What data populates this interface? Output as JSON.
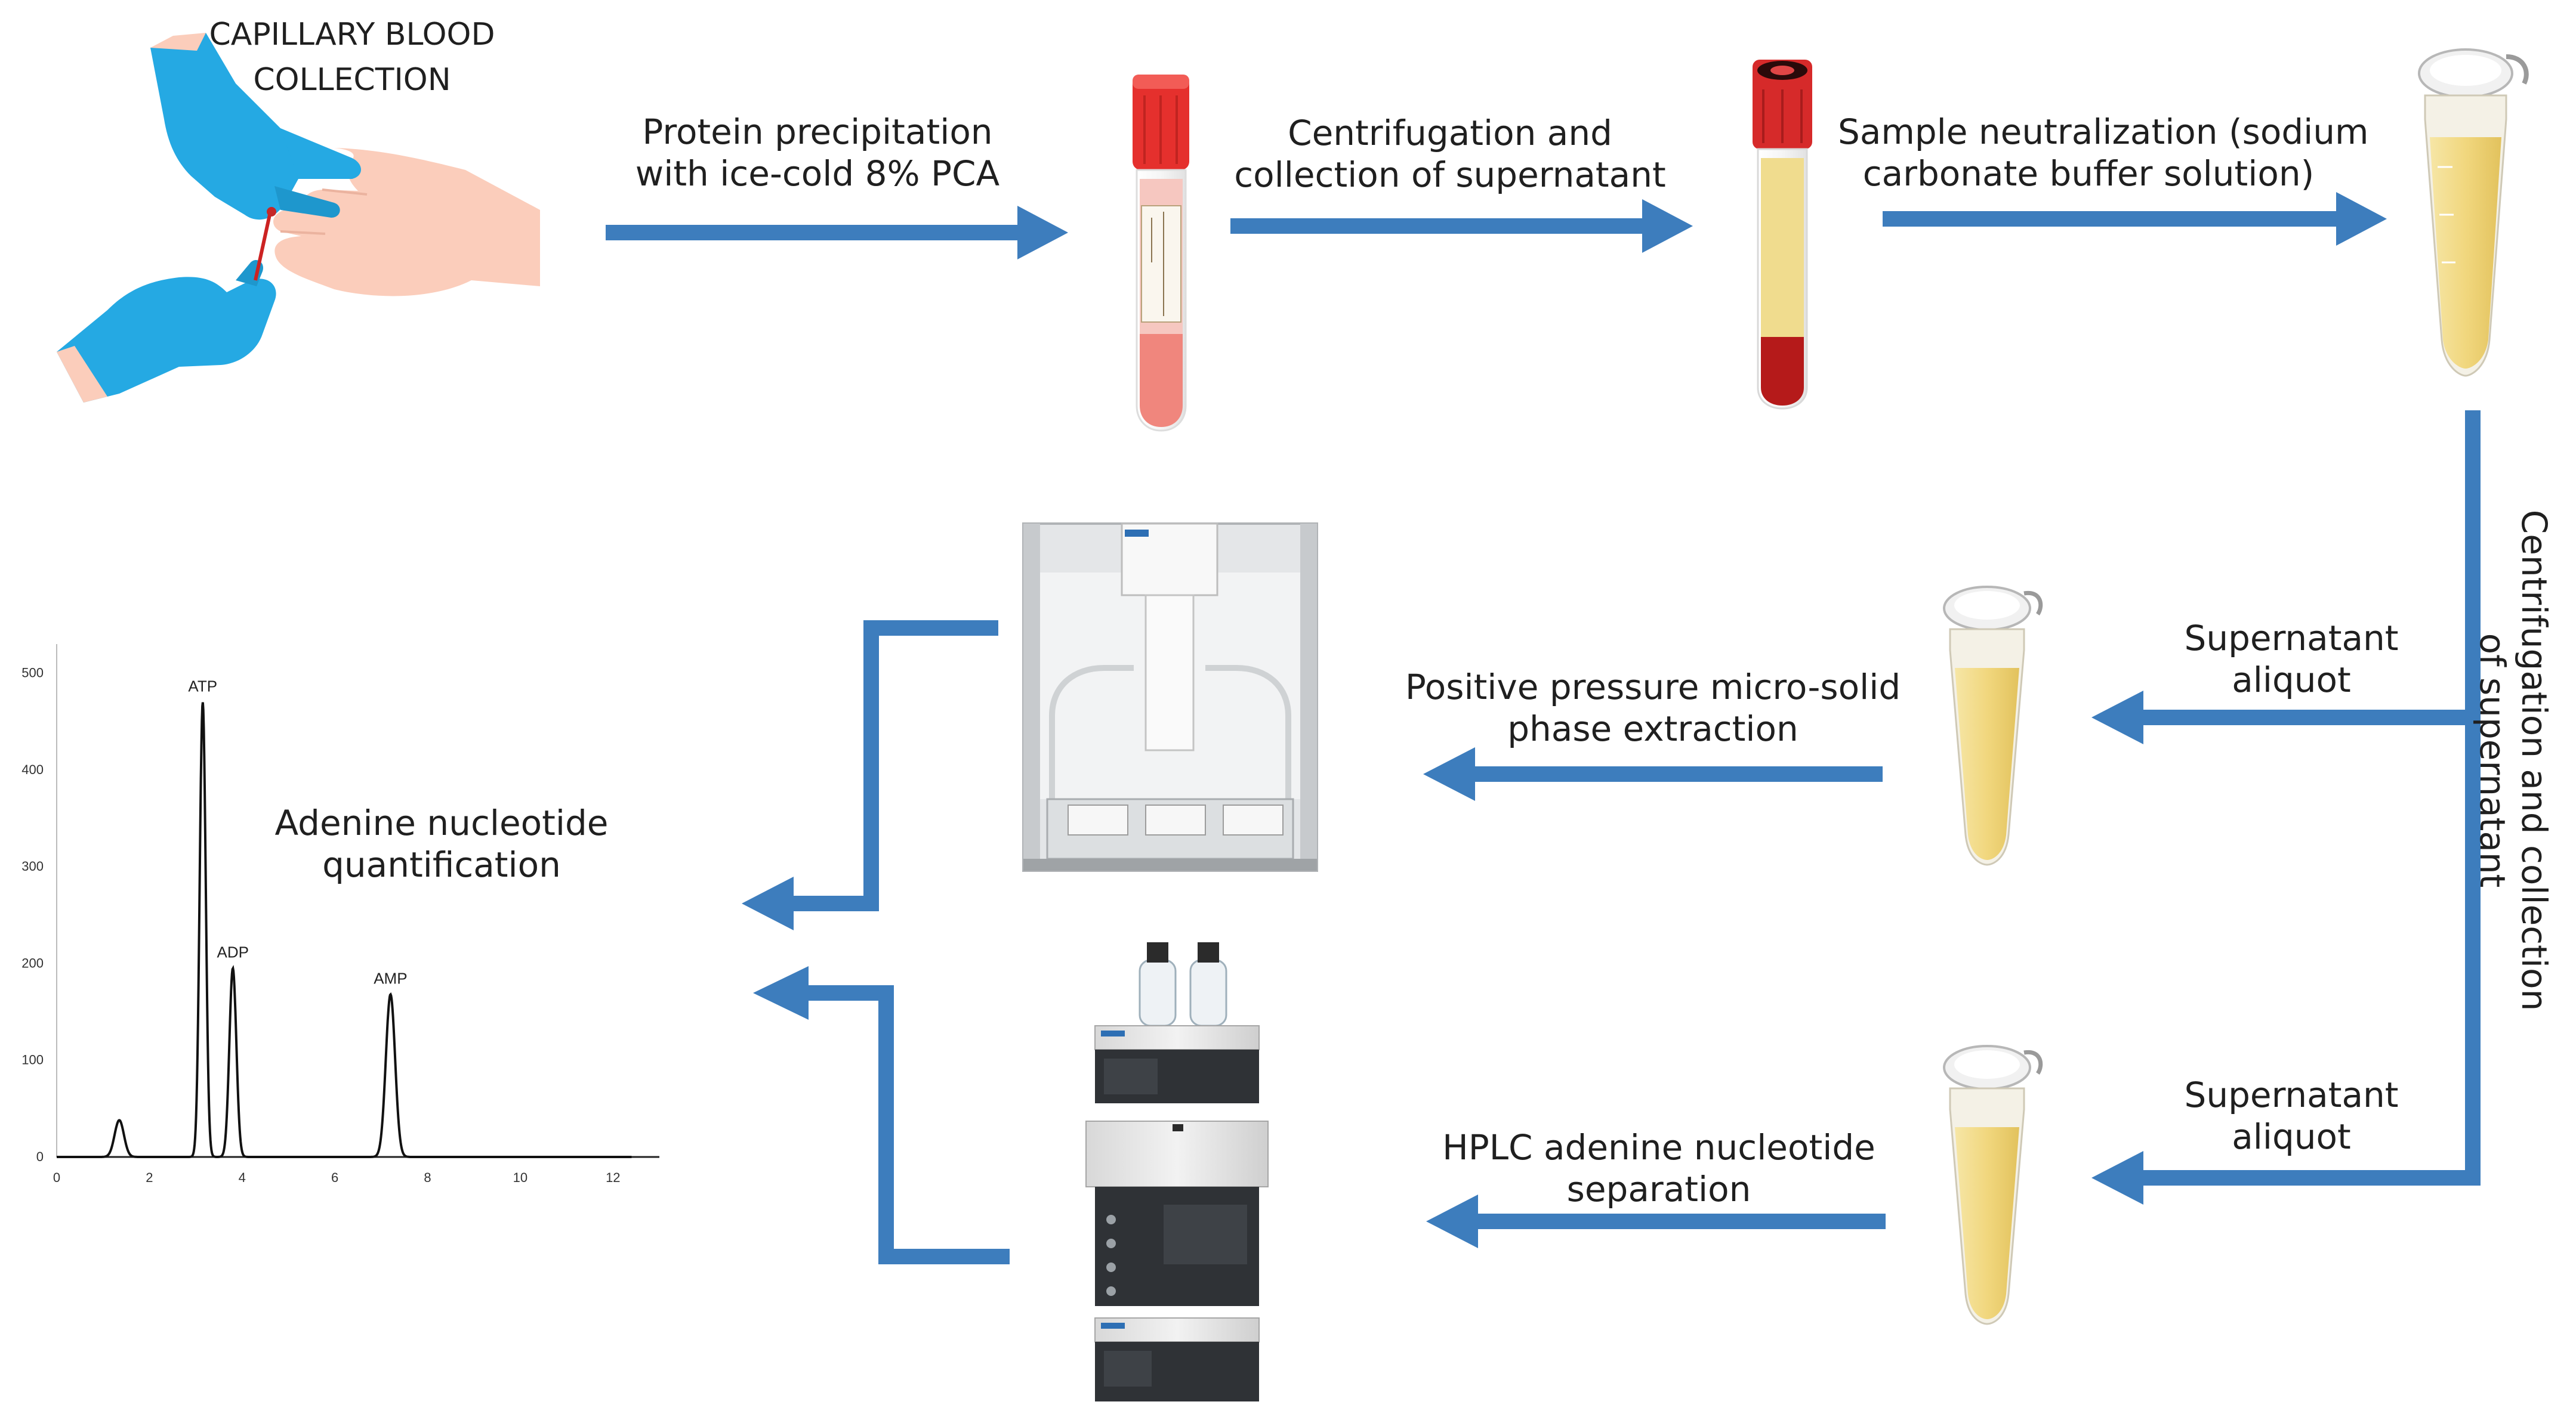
{
  "colors": {
    "arrow": "#3d7dbd",
    "glove": "#25a9e3",
    "skin": "#fbcdbb",
    "blood_tube": "#f0867d",
    "tube_cap": "#e5302d",
    "supernatant": "#efd77f",
    "text": "#1f1f1f"
  },
  "steps": {
    "collection": {
      "line1": "CAPILLARY BLOOD",
      "line2": "COLLECTION"
    },
    "precipitation": {
      "line1": "Protein precipitation",
      "line2": "with ice-cold 8% PCA"
    },
    "centrifugation": {
      "line1": "Centrifugation and",
      "line2": "collection of supernatant"
    },
    "neutralization": {
      "line1": "Sample neutralization (sodium",
      "line2": "carbonate  buffer solution)"
    },
    "vertical": {
      "line1": "Centrifugation and collection",
      "line2": "of supernatant"
    },
    "aliquot_top": {
      "line1": "Supernatant",
      "line2": "aliquot"
    },
    "aliquot_bottom": {
      "line1": "Supernatant",
      "line2": "aliquot"
    },
    "spe": {
      "line1": "Positive pressure micro-solid",
      "line2": "phase extraction"
    },
    "hplc": {
      "line1": "HPLC adenine nucleotide",
      "line2": "separation"
    },
    "quant": {
      "line1": "Adenine nucleotide",
      "line2": "quantification"
    }
  },
  "icons": {
    "hands": "hands-capillary-collection-icon",
    "blood_tube": "blood-collection-tube-icon",
    "centrifuged_tube": "centrifuged-tube-icon",
    "eppendorf": "microcentrifuge-tube-icon",
    "spe_instrument": "spe-robot-icon",
    "hplc_instrument": "hplc-system-icon"
  },
  "chart_data": {
    "type": "line",
    "title": "",
    "xlabel": "",
    "ylabel": "",
    "xlim": [
      0,
      13
    ],
    "ylim": [
      0,
      530
    ],
    "x_ticks": [
      0,
      2,
      4,
      6,
      8,
      10,
      12
    ],
    "y_ticks": [
      0,
      100,
      200,
      300,
      400,
      500
    ],
    "peaks": [
      {
        "label": "",
        "x": 1.35,
        "y": 38,
        "width": 0.1
      },
      {
        "label": "ATP",
        "x": 3.15,
        "y": 470,
        "width": 0.065
      },
      {
        "label": "ADP",
        "x": 3.8,
        "y": 195,
        "width": 0.075
      },
      {
        "label": "AMP",
        "x": 7.2,
        "y": 168,
        "width": 0.1
      }
    ]
  }
}
